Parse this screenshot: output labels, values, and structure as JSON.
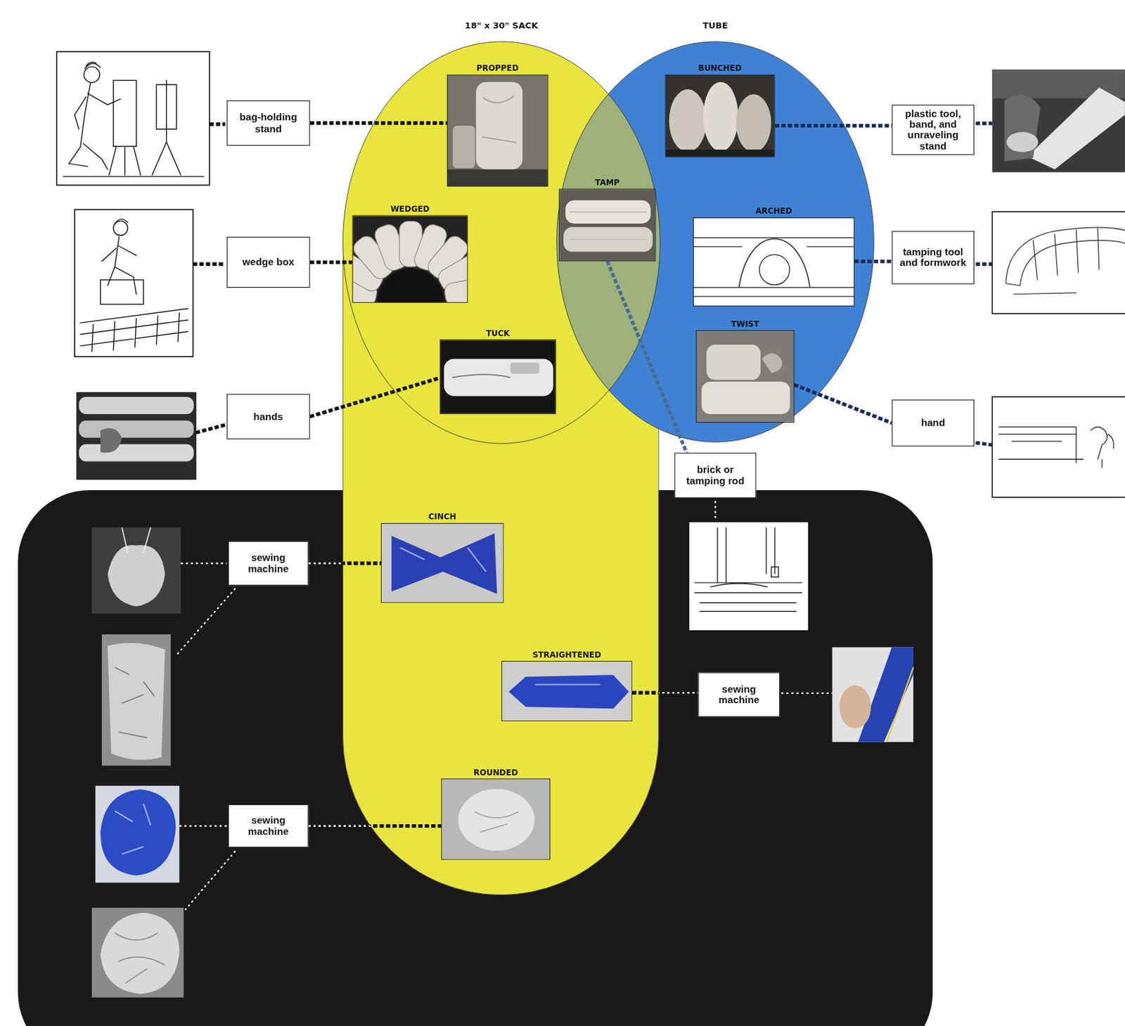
{
  "diagram": {
    "nodes": [
      {
        "text": [
          "18\" x 30\" SACK"
        ]
      },
      {
        "text": [
          "PROPPED"
        ],
        "in": 0
      },
      {
        "text": [
          "TUBE"
        ]
      },
      {
        "text": [
          "BUNCHED"
        ],
        "in": 2
      },
      {
        "text": [
          "TAMP"
        ]
      },
      {
        "text": [
          "WEDGED"
        ],
        "in": 0
      },
      {
        "text": [
          "ARCHED"
        ],
        "in": 2
      },
      {
        "text": [
          "TUCK"
        ],
        "in": 0
      },
      {
        "text": [
          "TWIST"
        ],
        "in": 2
      },
      {
        "text": [
          "bag-holding stand"
        ]
      },
      {
        "text": [
          "plastic tool, band, and unraveling stand"
        ]
      },
      {
        "text": [
          "wedge box"
        ]
      },
      {
        "text": [
          "tamping tool and formwork"
        ]
      },
      {
        "text": [
          "hands"
        ]
      },
      {
        "text": [
          "hand"
        ]
      },
      {
        "text": [
          "brick or tamping rod"
        ]
      },
      {
        "text": [
          "CINCH"
        ]
      },
      {
        "text": [
          "sewing machine"
        ]
      },
      {
        "text": [
          "STRAIGHTENED"
        ]
      },
      {
        "text": [
          "sewing machine"
        ]
      },
      {
        "text": [
          "ROUNDED"
        ]
      },
      {
        "text": [
          "sewing machine"
        ]
      }
    ],
    "edges": [
      {
        "from": 9,
        "to": 1,
        "arrow": "none"
      },
      {
        "from": 3,
        "to": 10,
        "arrow": "none"
      },
      {
        "from": 11,
        "to": 5,
        "arrow": "none"
      },
      {
        "from": 6,
        "to": 12,
        "arrow": "none"
      },
      {
        "from": 13,
        "to": 7,
        "arrow": "none"
      },
      {
        "from": 8,
        "to": 14,
        "arrow": "none"
      },
      {
        "from": 4,
        "to": 15,
        "arrow": "none"
      },
      {
        "from": 17,
        "to": 16,
        "arrow": "none"
      },
      {
        "from": 18,
        "to": 19,
        "arrow": "none"
      },
      {
        "from": 21,
        "to": 20,
        "arrow": "none"
      }
    ]
  }
}
